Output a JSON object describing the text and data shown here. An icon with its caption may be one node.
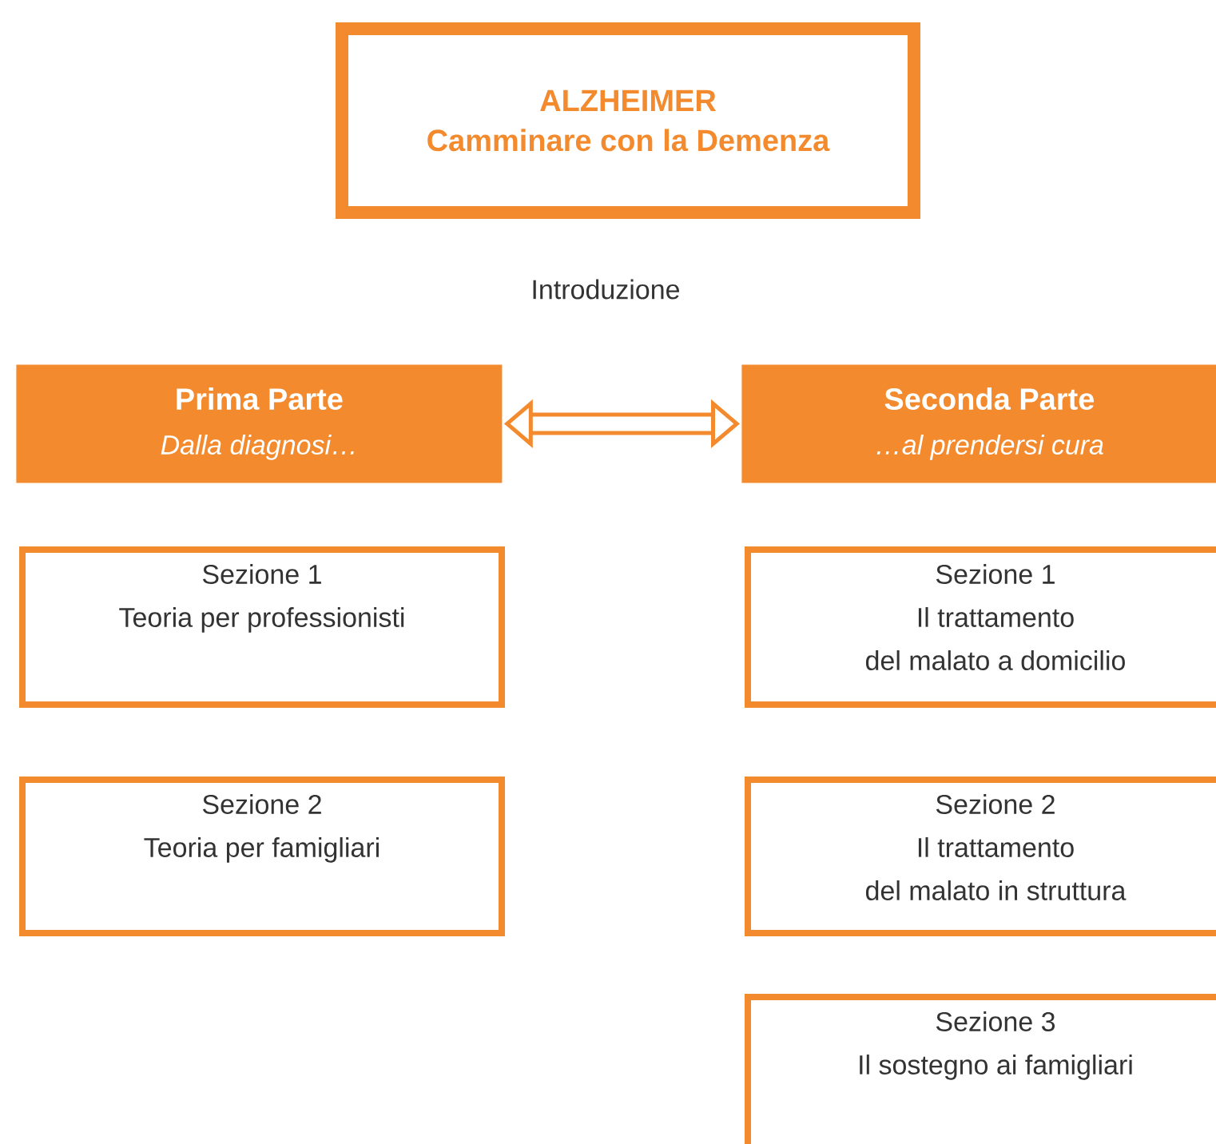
{
  "diagram": {
    "nodes": [
      {
        "text": [
          "ALZHEIMER",
          "Camminare con la Demenza"
        ]
      },
      {
        "text": [
          "Prima Parte",
          "Dalla diagnosi…"
        ]
      },
      {
        "text": [
          "Seconda Parte",
          "…al prendersi cura"
        ]
      },
      {
        "text": [
          "Sezione 1",
          "Teoria per professionisti"
        ]
      },
      {
        "text": [
          "Sezione 1",
          "Il trattamento",
          "del malato a domicilio"
        ]
      },
      {
        "text": [
          "Sezione 2",
          "Teoria per famigliari"
        ]
      },
      {
        "text": [
          "Sezione 2",
          "Il trattamento",
          "del malato in struttura"
        ]
      },
      {
        "text": [
          "Sezione 3",
          "Il sostegno ai famigliari"
        ]
      }
    ],
    "edges": [
      {
        "from": 1,
        "to": 2,
        "arrow": "both"
      }
    ],
    "labels": [
      "Introduzione"
    ]
  }
}
